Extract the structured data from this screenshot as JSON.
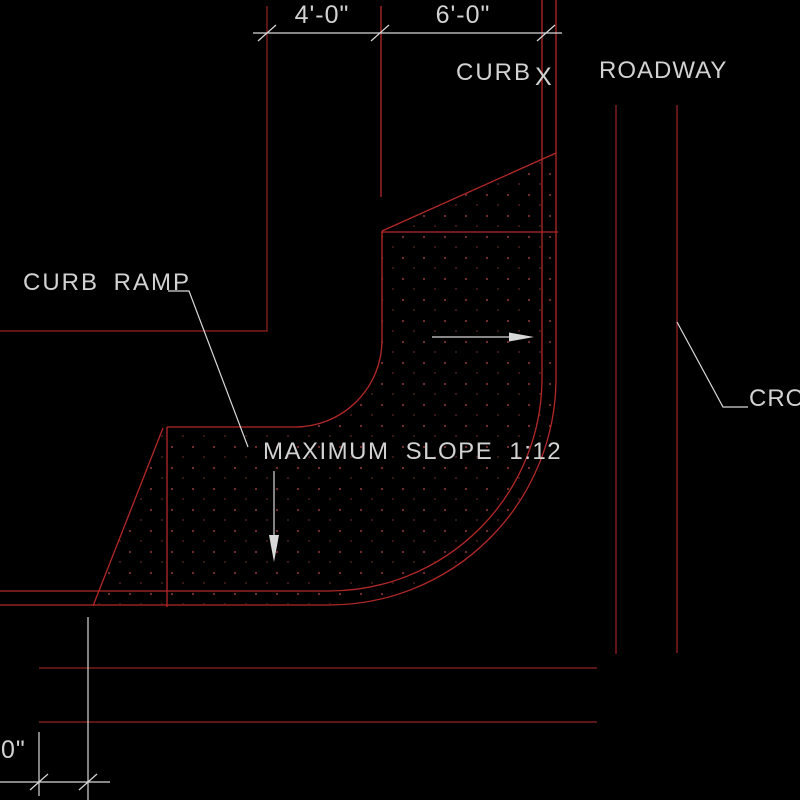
{
  "drawing": {
    "type": "cad-curb-ramp-plan-detail",
    "labels": {
      "curb": "CURB",
      "curb_line_marker": "X",
      "roadway": "ROADWAY",
      "curb_ramp": "CURB RAMP",
      "max_slope": "MAXIMUM SLOPE 1:12",
      "crosswalk_partial": "CRO"
    },
    "dimensions": {
      "ramp_width": "4'-0\"",
      "flare_width": "6'-0\"",
      "bottom_partial": "0\""
    },
    "colors": {
      "background": "#000000",
      "line_main_red": "#b42828",
      "line_dark_red": "#801c1c",
      "line_roadway_red": "#942222",
      "stipple_red": "#7a3131",
      "annotation_white": "#d8d8d8",
      "text_grey": "#d2d2d2"
    },
    "icons": [
      "right-arrow",
      "down-arrow",
      "dimension-tick"
    ]
  }
}
